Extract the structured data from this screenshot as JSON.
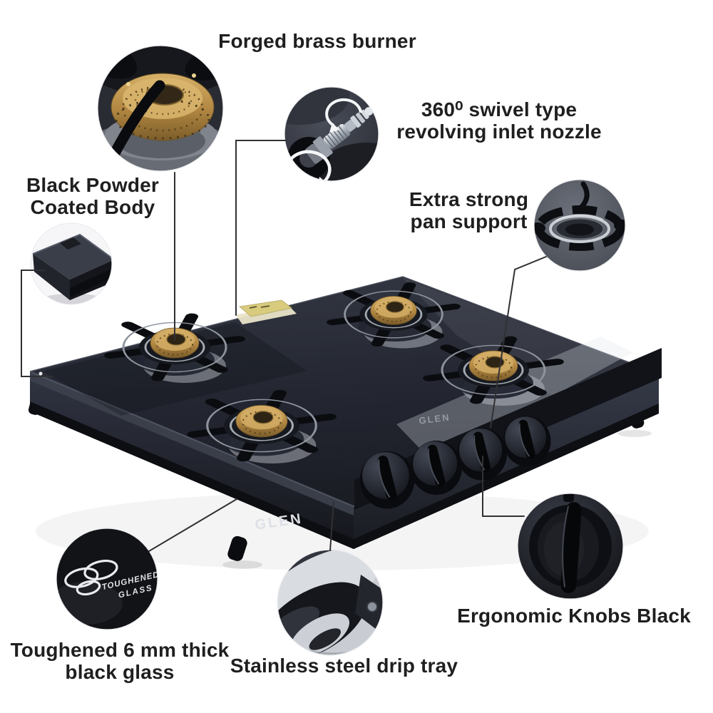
{
  "branding": {
    "front_logo": "GLEN",
    "glass_logo": "GLEN",
    "glass_badge": {
      "line1": "TOUGHENED",
      "line2": "GLASS"
    }
  },
  "callouts": [
    {
      "id": "forged-brass-burner",
      "label": "Forged brass burner"
    },
    {
      "id": "swivel-inlet-nozzle",
      "label": "360⁰ swivel type revolving inlet nozzle"
    },
    {
      "id": "black-powder-coated-body",
      "label": "Black Powder Coated Body"
    },
    {
      "id": "extra-strong-pan-support",
      "label": "Extra strong pan support"
    },
    {
      "id": "ergonomic-knobs-black",
      "label": "Ergonomic Knobs Black"
    },
    {
      "id": "toughened-glass",
      "label": "Toughened 6 mm thick black glass"
    },
    {
      "id": "stainless-steel-drip-tray",
      "label": "Stainless steel drip tray"
    }
  ],
  "product": {
    "burner_count": 4,
    "knob_count": 4
  },
  "colors": {
    "background": "#ffffff",
    "glass_top": "#23252e",
    "body": "#2b2e38",
    "brass": "#b98f4a",
    "label_text": "#1f1f1f",
    "leader_line": "#313134"
  }
}
